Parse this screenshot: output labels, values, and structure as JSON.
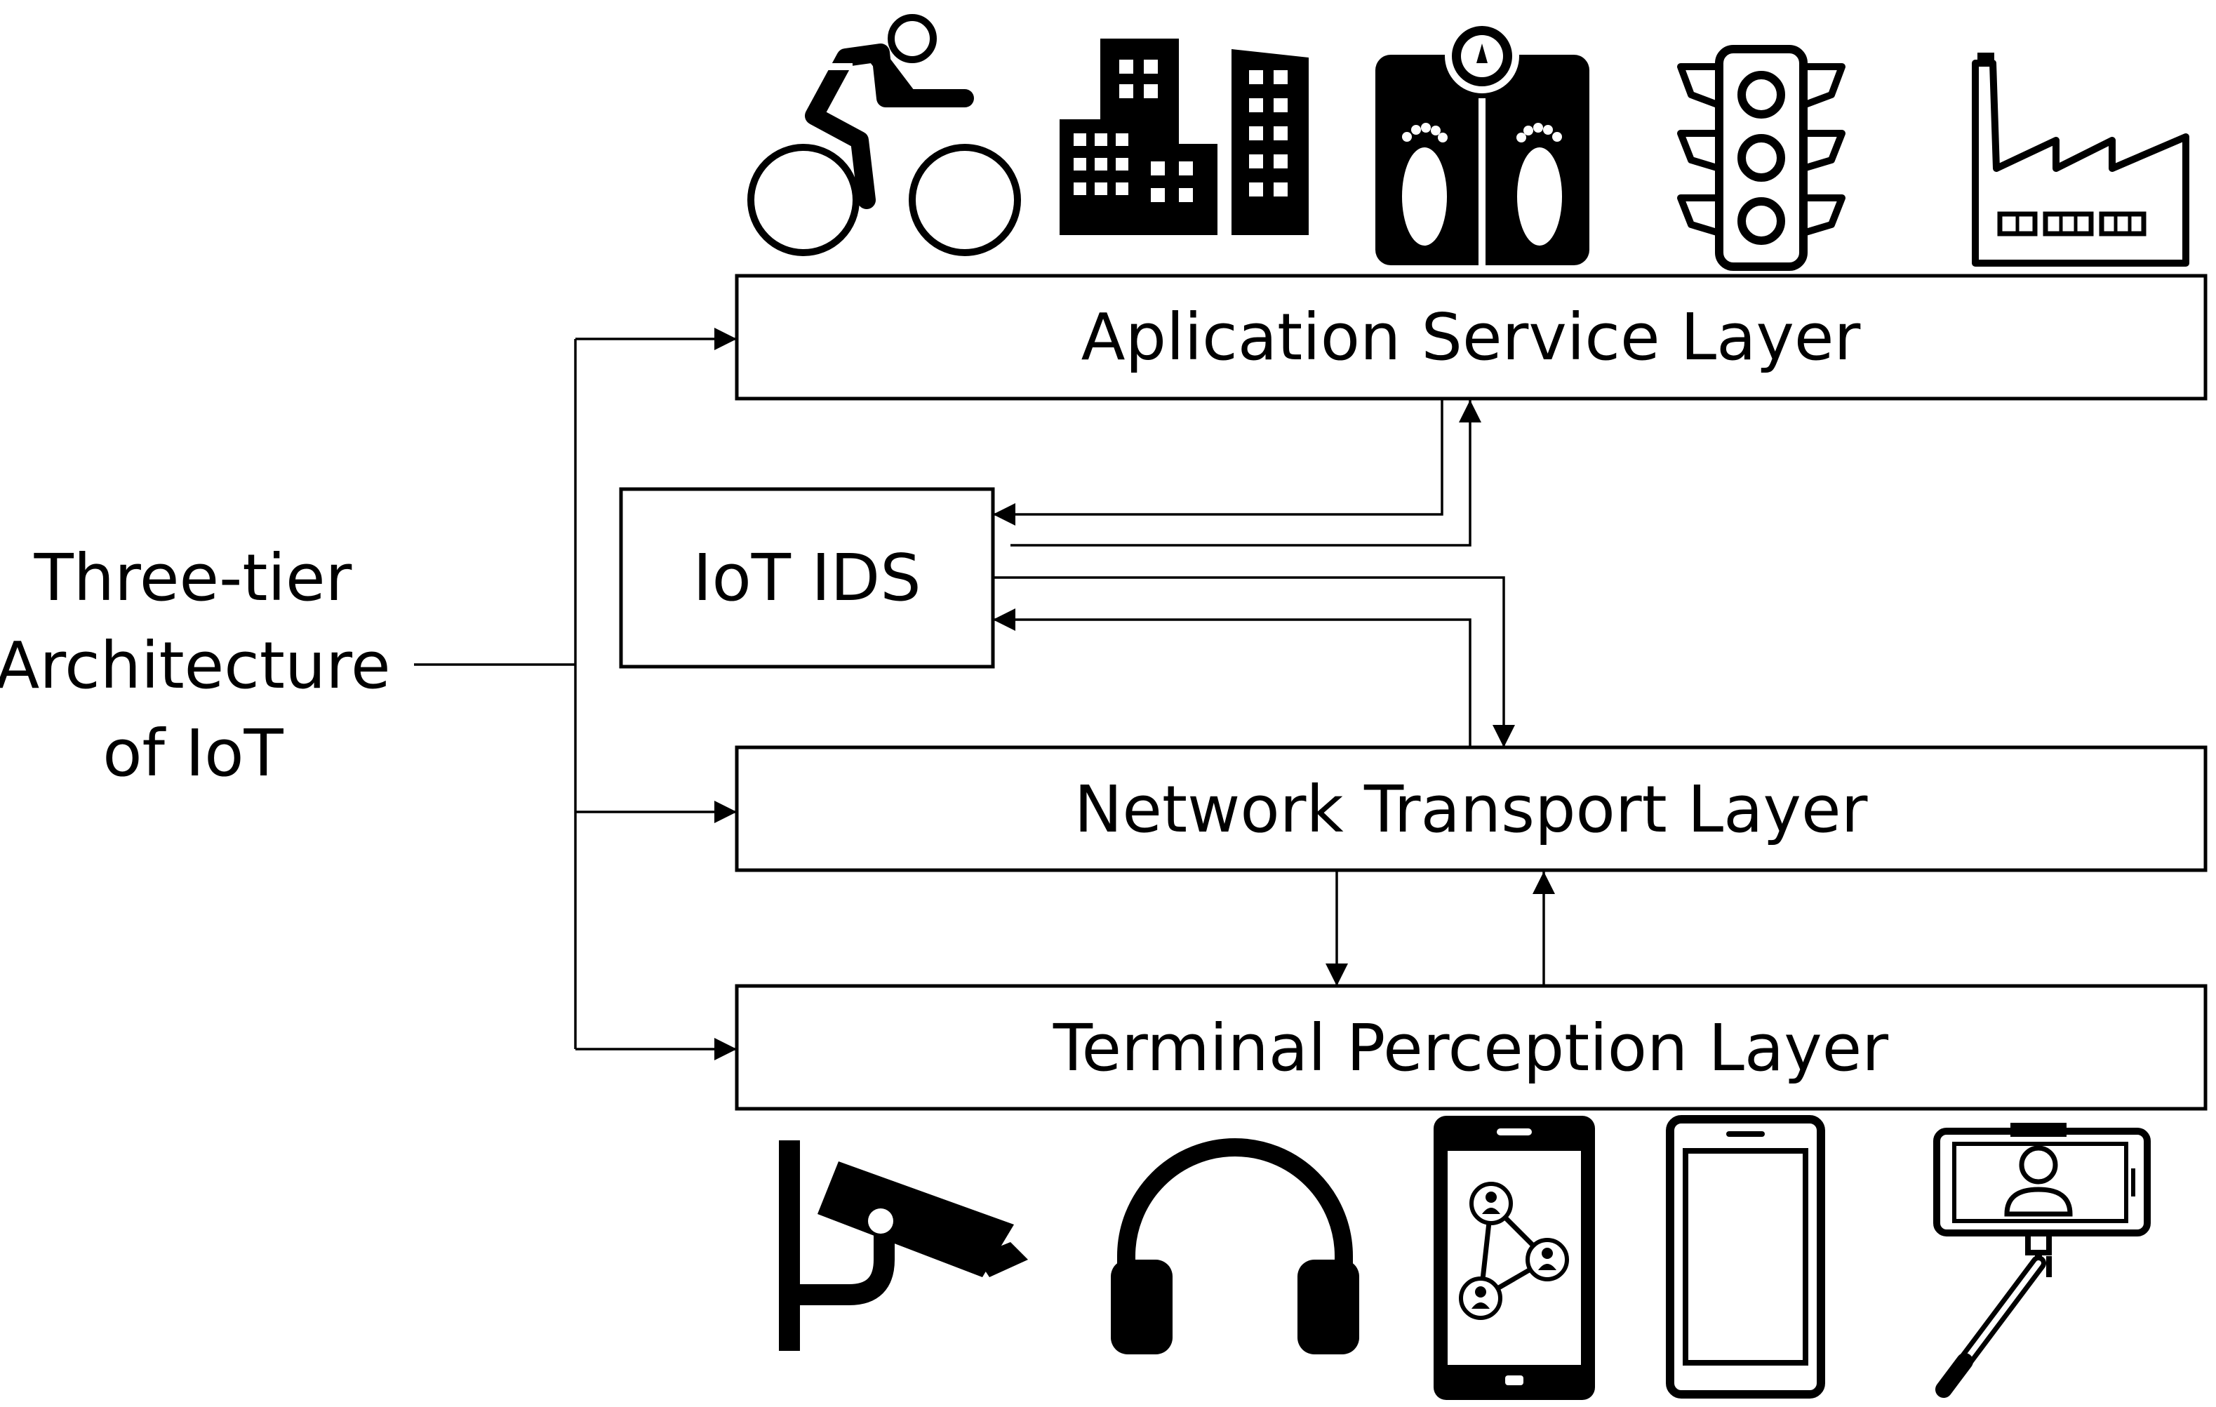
{
  "diagram": {
    "side_label": [
      "Three-tier",
      "Architecture",
      "of IoT"
    ],
    "layers": {
      "application": "Aplication Service Layer",
      "network": "Network Transport Layer",
      "terminal": "Terminal Perception Layer"
    },
    "ids": "IoT IDS",
    "top_icons": [
      "cyclist-icon",
      "city-buildings-icon",
      "body-scale-icon",
      "traffic-light-icon",
      "factory-icon"
    ],
    "bottom_icons": [
      "security-camera-icon",
      "headphones-icon",
      "smartphone-network-icon",
      "tablet-icon",
      "selfie-stick-icon"
    ]
  }
}
